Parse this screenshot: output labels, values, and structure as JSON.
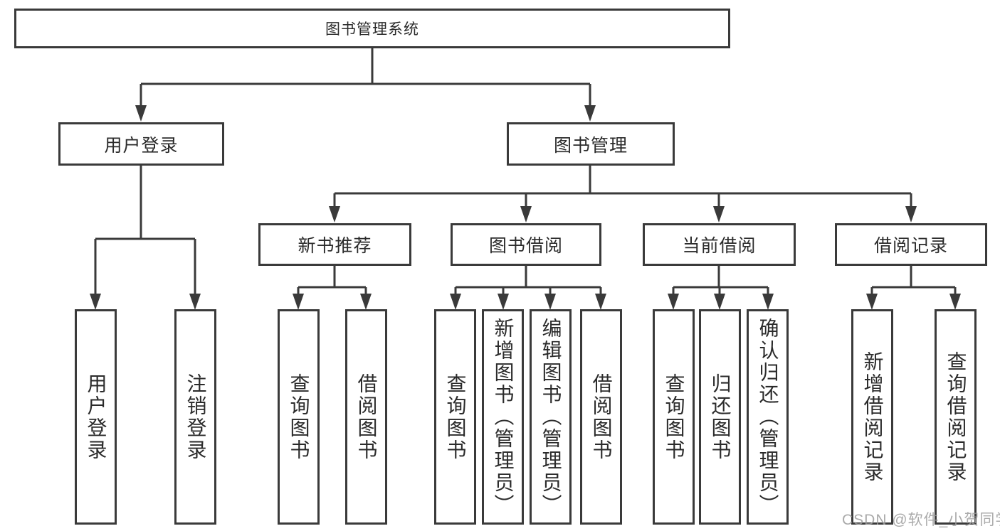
{
  "diagram": {
    "root": {
      "label": "图书管理系统"
    },
    "level2": [
      {
        "label": "用户登录"
      },
      {
        "label": "图书管理"
      }
    ],
    "level3": [
      {
        "label": "新书推荐"
      },
      {
        "label": "图书借阅"
      },
      {
        "label": "当前借阅"
      },
      {
        "label": "借阅记录"
      }
    ],
    "leaves": {
      "user_login": [
        {
          "label": "用户登录"
        },
        {
          "label": "注销登录"
        }
      ],
      "new_book": [
        {
          "label": "查询图书"
        },
        {
          "label": "借阅图书"
        }
      ],
      "book_borrow": [
        {
          "label": "查询图书"
        },
        {
          "label": "新增图书（管理员）"
        },
        {
          "label": "编辑图书（管理员）"
        },
        {
          "label": "借阅图书"
        }
      ],
      "current_borrow": [
        {
          "label": "查询图书"
        },
        {
          "label": "归还图书"
        },
        {
          "label": "确认归还（管理员）"
        }
      ],
      "borrow_records": [
        {
          "label": "新增借阅记录"
        },
        {
          "label": "查询借阅记录"
        }
      ]
    },
    "watermark": "CSDN @软件_小贺同学",
    "colors": {
      "line": "#3a3a3a",
      "text": "#2b2b2b",
      "watermark": "#9c9c9c",
      "background": "#ffffff"
    }
  }
}
